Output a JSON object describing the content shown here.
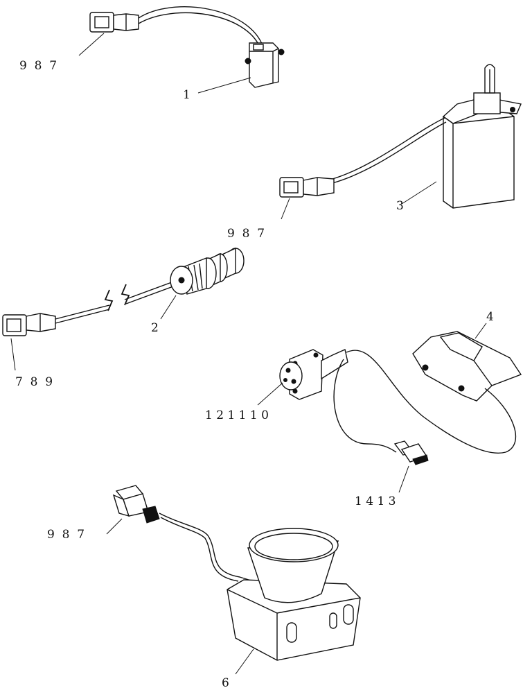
{
  "callouts": {
    "top_connector": "9  8  7",
    "part1": "1",
    "part3": "3",
    "part3_connector": "9  8  7",
    "part2": "2",
    "part2_connector": "7  8  9",
    "part4": "4",
    "part4_receptacle": "1 2 1 1 1 0",
    "part4_connector": "1 4 1 3",
    "part6_connector": "9  8  7",
    "part6": "6"
  }
}
